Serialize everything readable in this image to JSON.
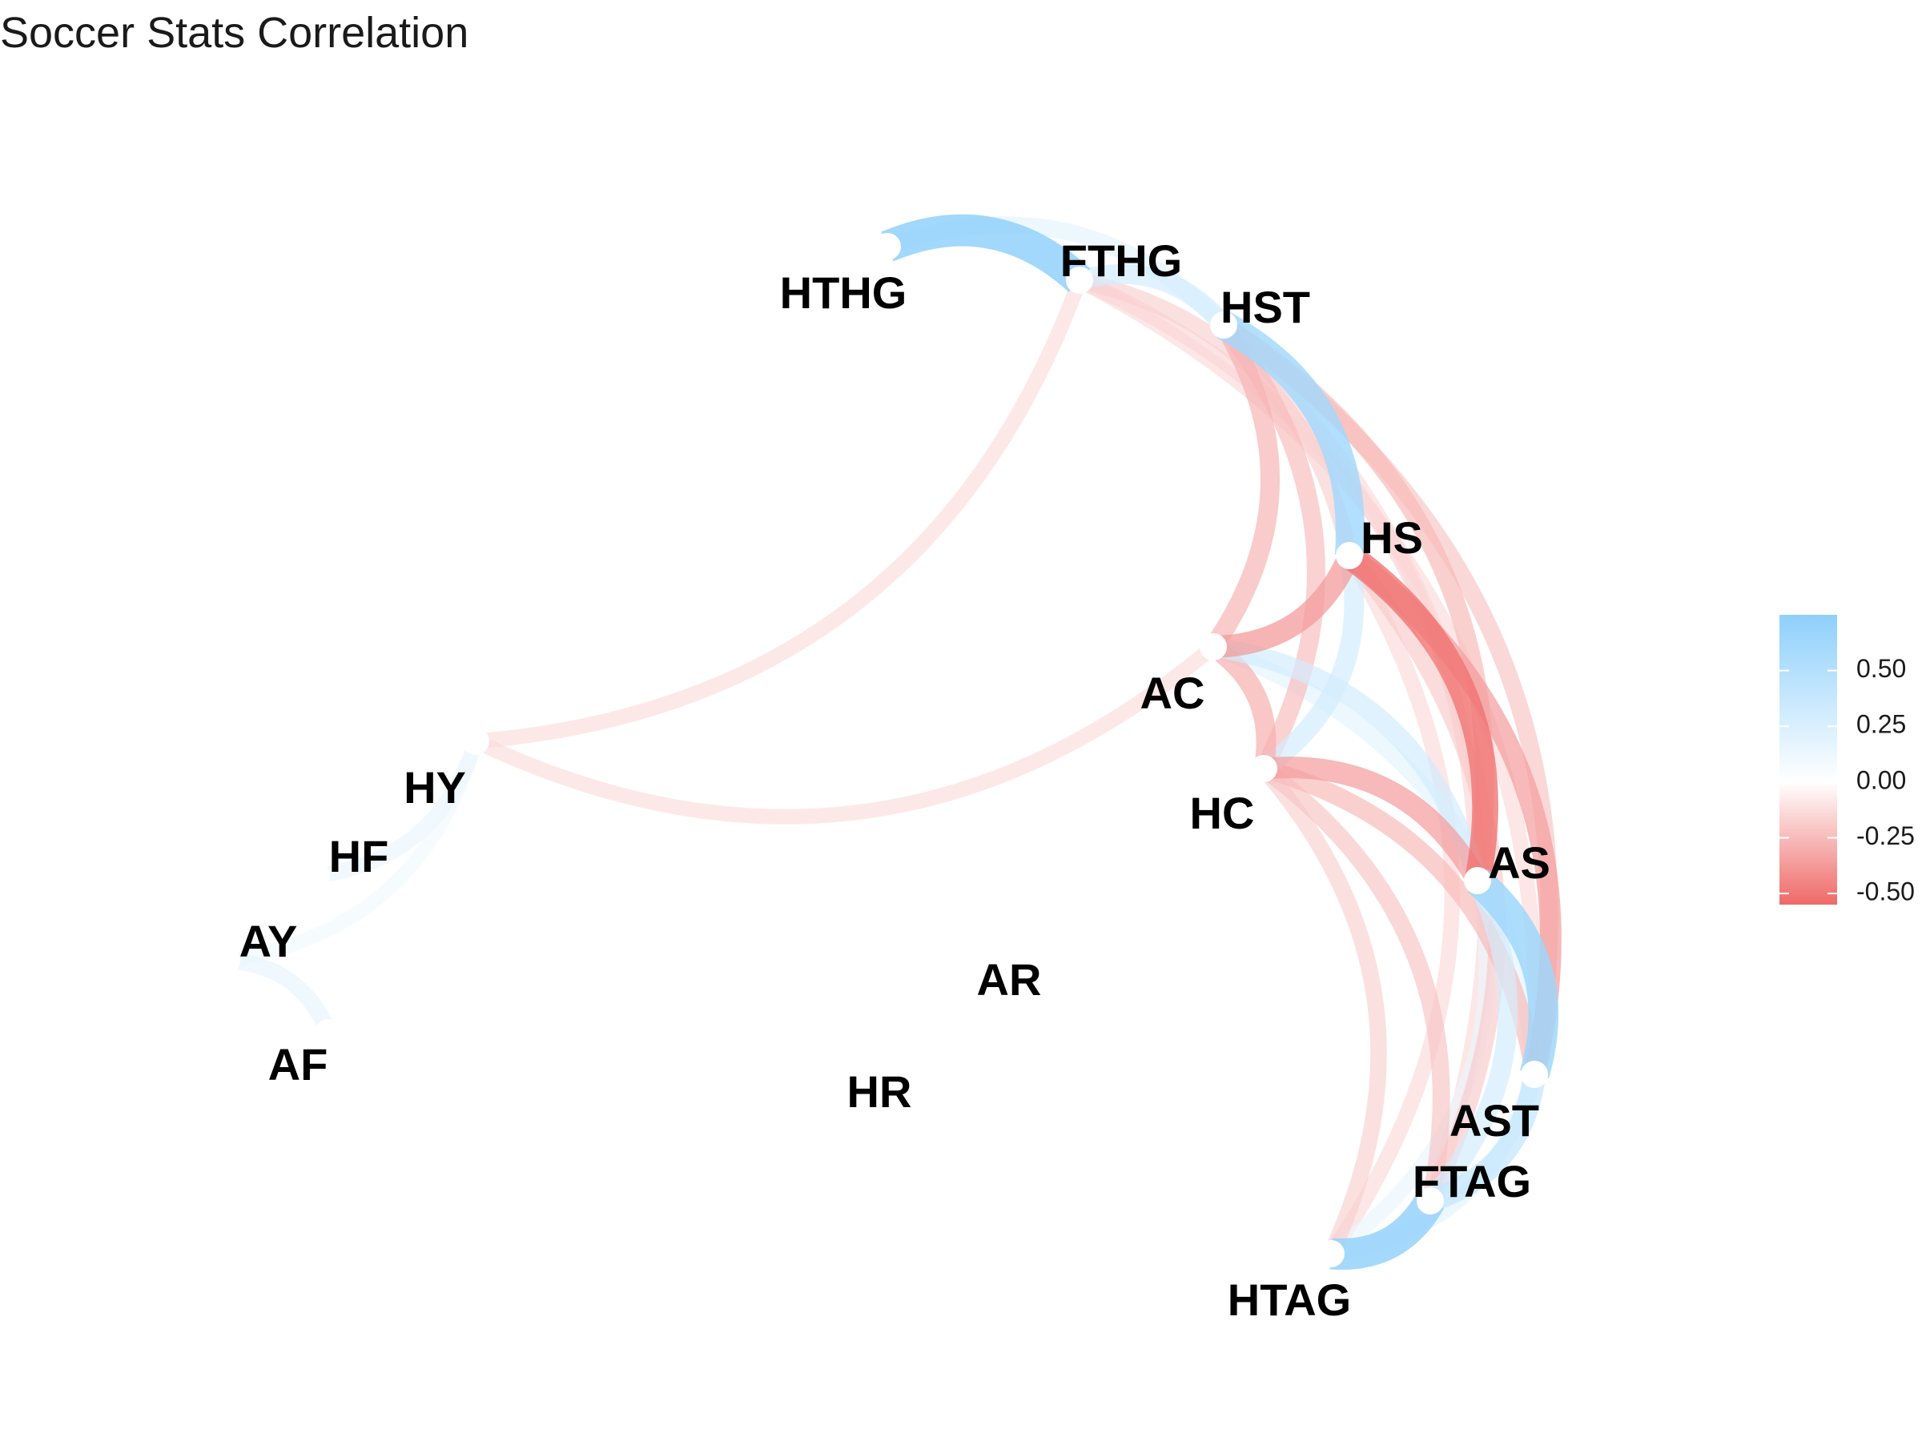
{
  "title": "Soccer Stats Correlation",
  "colors": {
    "positive": "#8ed0fb",
    "neutral": "#ffffff",
    "negative": "#ee6a68",
    "node": "#ffffff",
    "label": "#000000"
  },
  "legend": {
    "position": "right",
    "range": [
      -0.55,
      0.75
    ],
    "ticks": [
      {
        "value": 0.5,
        "label": "0.50"
      },
      {
        "value": 0.25,
        "label": "0.25"
      },
      {
        "value": 0.0,
        "label": "0.00"
      },
      {
        "value": -0.25,
        "label": "-0.25"
      },
      {
        "value": -0.5,
        "label": "-0.50"
      }
    ]
  },
  "nodes": [
    {
      "id": "HTHG",
      "label": "HTHG"
    },
    {
      "id": "FTHG",
      "label": "FTHG"
    },
    {
      "id": "HST",
      "label": "HST"
    },
    {
      "id": "HS",
      "label": "HS"
    },
    {
      "id": "AC",
      "label": "AC"
    },
    {
      "id": "HC",
      "label": "HC"
    },
    {
      "id": "AS",
      "label": "AS"
    },
    {
      "id": "AST",
      "label": "AST"
    },
    {
      "id": "FTAG",
      "label": "FTAG"
    },
    {
      "id": "HTAG",
      "label": "HTAG"
    },
    {
      "id": "HY",
      "label": "HY"
    },
    {
      "id": "HF",
      "label": "HF"
    },
    {
      "id": "AY",
      "label": "AY"
    },
    {
      "id": "AF",
      "label": "AF"
    },
    {
      "id": "AR",
      "label": "AR"
    },
    {
      "id": "HR",
      "label": "HR"
    }
  ],
  "edges": [
    {
      "source": "HTHG",
      "target": "FTHG",
      "r": 0.72
    },
    {
      "source": "HTHG",
      "target": "HST",
      "r": 0.2
    },
    {
      "source": "FTHG",
      "target": "HST",
      "r": 0.3
    },
    {
      "source": "FTHG",
      "target": "HY",
      "r": -0.14
    },
    {
      "source": "FTHG",
      "target": "HS",
      "r": -0.18
    },
    {
      "source": "FTHG",
      "target": "AS",
      "r": -0.16
    },
    {
      "source": "FTHG",
      "target": "AST",
      "r": -0.15
    },
    {
      "source": "HST",
      "target": "HS",
      "r": 0.62
    },
    {
      "source": "HST",
      "target": "AC",
      "r": -0.28
    },
    {
      "source": "HST",
      "target": "HC",
      "r": -0.25
    },
    {
      "source": "HST",
      "target": "AS",
      "r": -0.26
    },
    {
      "source": "HST",
      "target": "AST",
      "r": -0.22
    },
    {
      "source": "HST",
      "target": "FTAG",
      "r": -0.15
    },
    {
      "source": "HS",
      "target": "AC",
      "r": -0.38
    },
    {
      "source": "HS",
      "target": "HC",
      "r": 0.3
    },
    {
      "source": "HS",
      "target": "AS",
      "r": -0.52
    },
    {
      "source": "HS",
      "target": "AST",
      "r": -0.36
    },
    {
      "source": "HS",
      "target": "FTAG",
      "r": -0.2
    },
    {
      "source": "HS",
      "target": "HTAG",
      "r": -0.15
    },
    {
      "source": "AC",
      "target": "HC",
      "r": -0.3
    },
    {
      "source": "AC",
      "target": "AS",
      "r": 0.3
    },
    {
      "source": "AC",
      "target": "HY",
      "r": -0.14
    },
    {
      "source": "AC",
      "target": "AST",
      "r": 0.2
    },
    {
      "source": "HC",
      "target": "AS",
      "r": -0.36
    },
    {
      "source": "HC",
      "target": "AST",
      "r": -0.26
    },
    {
      "source": "HC",
      "target": "FTAG",
      "r": -0.22
    },
    {
      "source": "HC",
      "target": "HTAG",
      "r": -0.18
    },
    {
      "source": "AS",
      "target": "AST",
      "r": 0.65
    },
    {
      "source": "AS",
      "target": "FTAG",
      "r": 0.3
    },
    {
      "source": "AS",
      "target": "HTAG",
      "r": 0.15
    },
    {
      "source": "AST",
      "target": "FTAG",
      "r": 0.4
    },
    {
      "source": "AST",
      "target": "HTAG",
      "r": 0.2
    },
    {
      "source": "FTAG",
      "target": "HTAG",
      "r": 0.7
    },
    {
      "source": "HY",
      "target": "HF",
      "r": 0.15
    },
    {
      "source": "HY",
      "target": "AY",
      "r": 0.1
    },
    {
      "source": "AY",
      "target": "AF",
      "r": 0.18
    }
  ]
}
